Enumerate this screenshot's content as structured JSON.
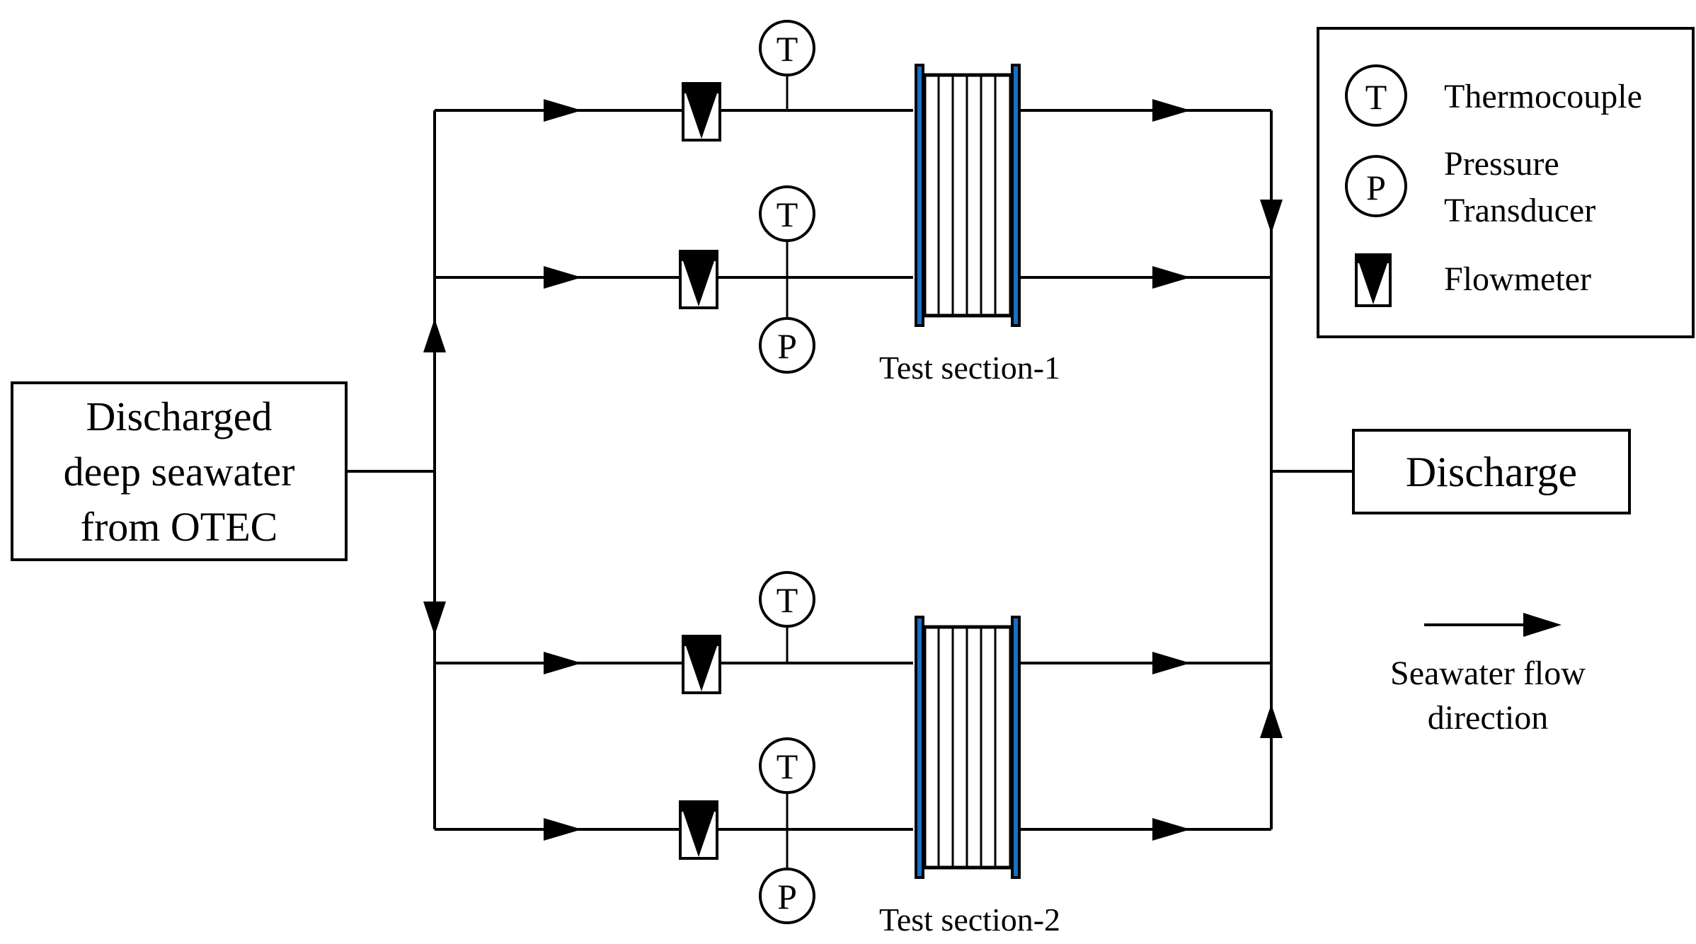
{
  "source_box": {
    "line1": "Discharged",
    "line2": "deep seawater",
    "line3": "from OTEC"
  },
  "discharge_box": {
    "label": "Discharge"
  },
  "test_sections": [
    {
      "label": "Test section-1"
    },
    {
      "label": "Test section-2"
    }
  ],
  "instrument_letters": {
    "thermocouple": "T",
    "pressure": "P"
  },
  "legend": {
    "thermocouple_symbol": "T",
    "thermocouple_label": "Thermocouple",
    "pressure_symbol": "P",
    "pressure_label_line1": "Pressure",
    "pressure_label_line2": "Transducer",
    "flowmeter_label": "Flowmeter"
  },
  "flow_direction": {
    "line1": "Seawater flow",
    "line2": "direction"
  },
  "colors": {
    "line": "#000000",
    "heat_exchanger_plate": "#1a6fc4",
    "background": "#ffffff"
  },
  "icons": {
    "flowmeter": "flowmeter-icon",
    "thermocouple": "thermocouple-icon",
    "pressure": "pressure-transducer-icon",
    "heat_exchanger": "heat-exchanger-icon"
  }
}
